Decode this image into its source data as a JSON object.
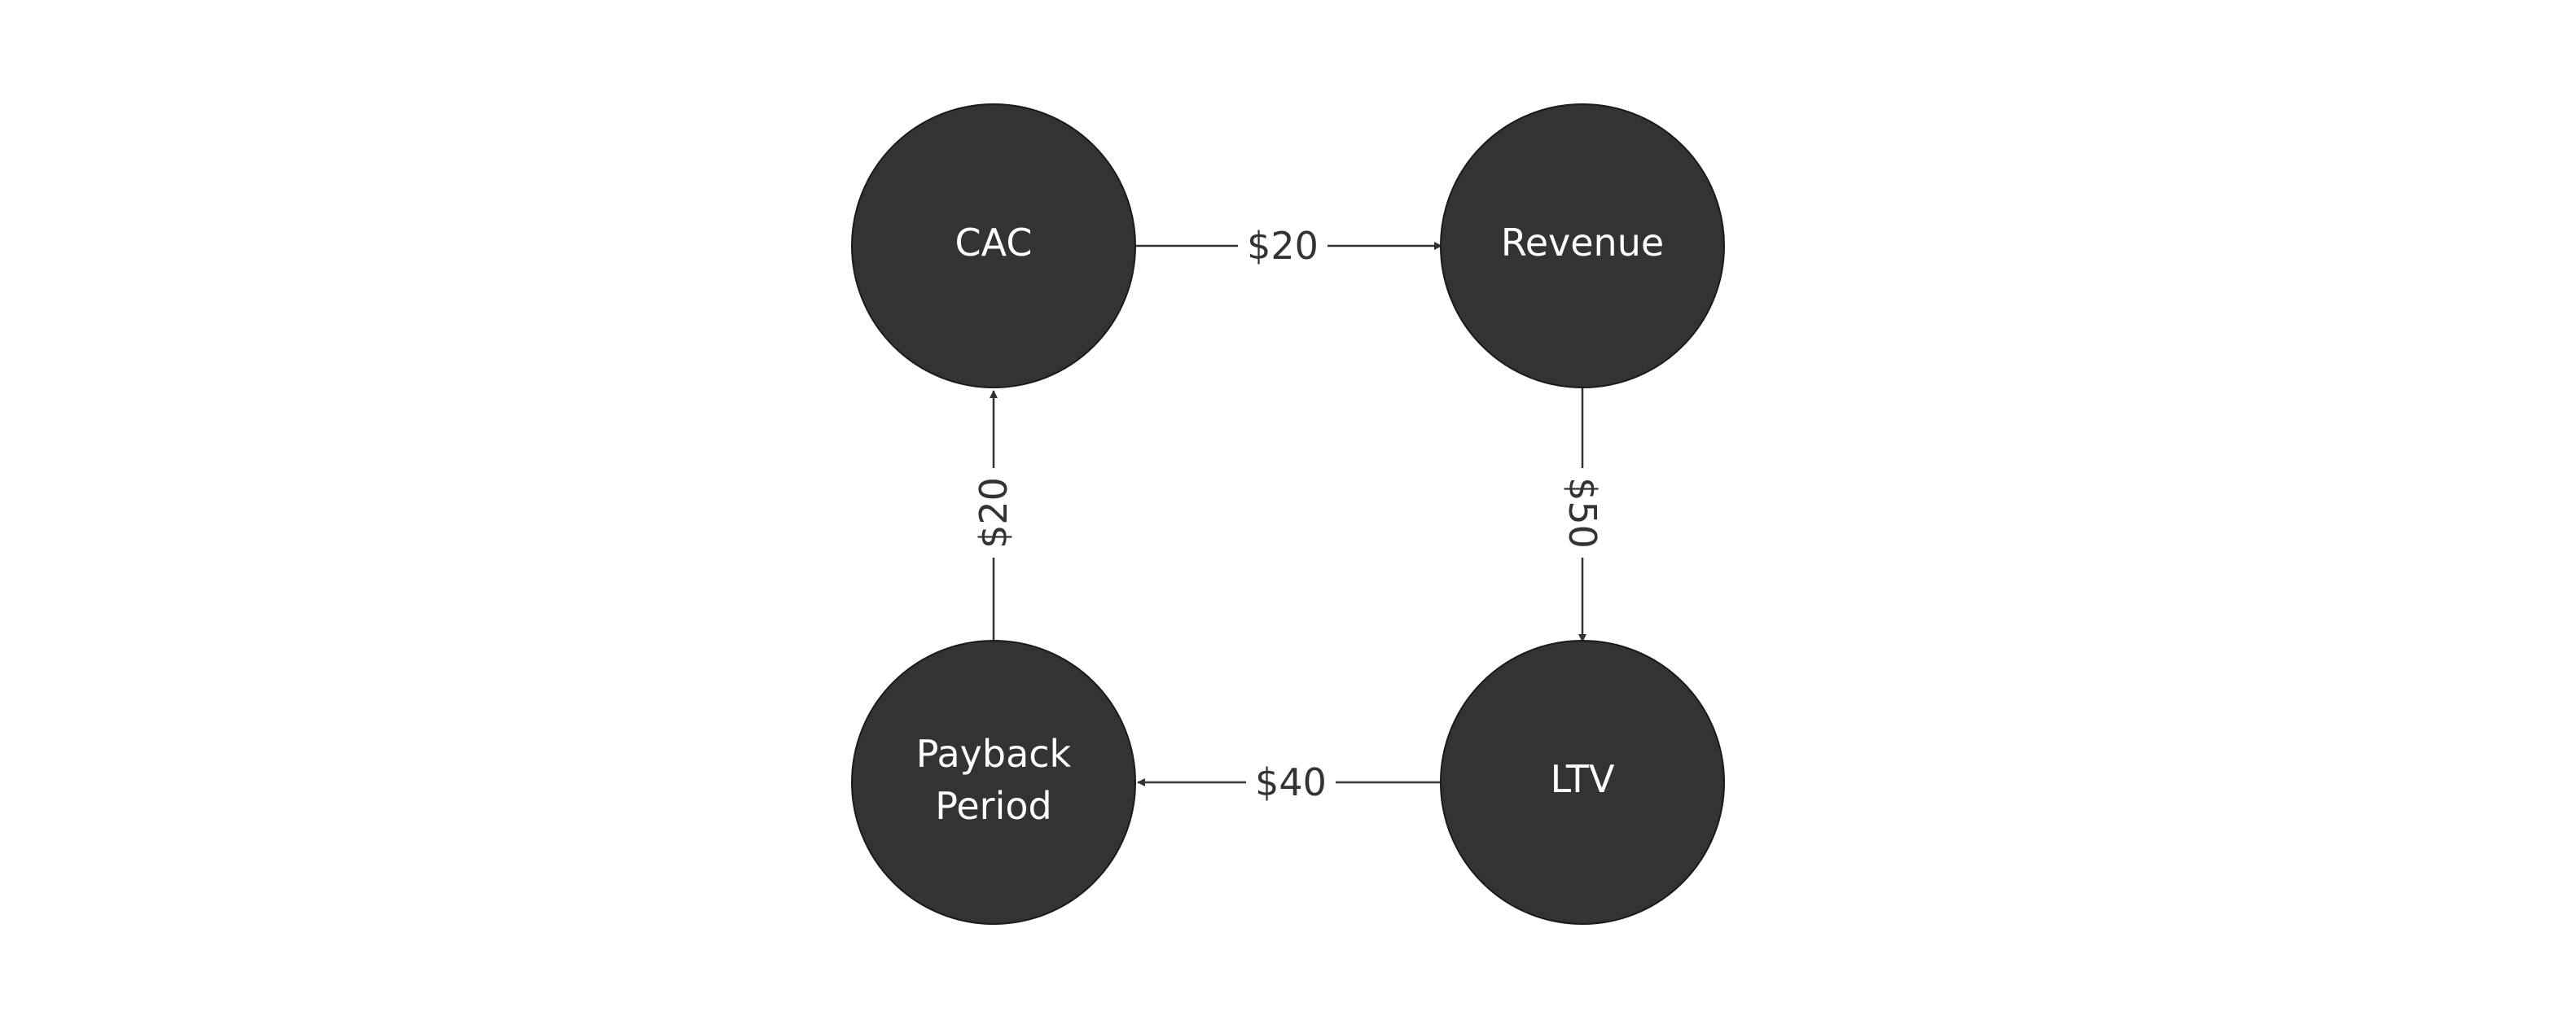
{
  "colors": {
    "node_fill": "#333333",
    "node_text": "#ffffff",
    "edge": "#333333",
    "background": "#ffffff"
  },
  "nodes": {
    "cac": {
      "label": "CAC"
    },
    "revenue": {
      "label": "Revenue"
    },
    "ltv": {
      "label": "LTV"
    },
    "payback": {
      "label_line1": "Payback",
      "label_line2": "Period"
    }
  },
  "edges": {
    "cac_to_revenue": {
      "label": "$20"
    },
    "revenue_to_ltv": {
      "label": "$50"
    },
    "ltv_to_payback": {
      "label": "$40"
    },
    "payback_to_cac": {
      "label": "$20"
    }
  }
}
